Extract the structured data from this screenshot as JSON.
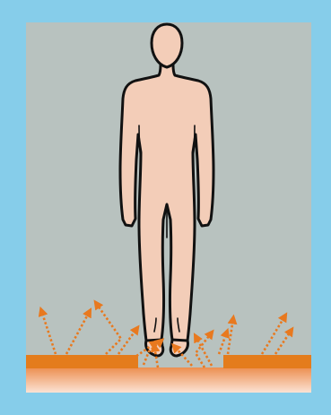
{
  "illustration": {
    "colors": {
      "frame": "#86cdea",
      "backdrop": "#b8c2bf",
      "skin": "#f3cdb8",
      "outline": "#111111",
      "mat": "#e47c1c",
      "floor_top": "#ec8f50",
      "floor_bottom": "#fbe3d4",
      "arrow": "#e8791f"
    },
    "icons": {
      "figure": "standing-human-figure",
      "rays": "dotted-heat-arrow",
      "mats": "insulating-mat"
    }
  }
}
